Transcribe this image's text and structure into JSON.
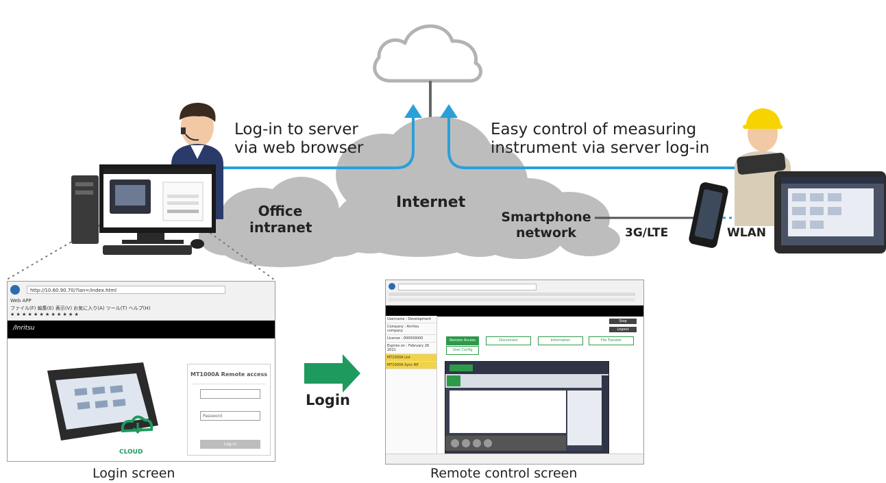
{
  "labels": {
    "login_server": [
      "Log-in to server",
      "via web browser"
    ],
    "easy_control": [
      "Easy control of measuring",
      "instrument via server log-in"
    ],
    "office_intranet": [
      "Office",
      "intranet"
    ],
    "internet": "Internet",
    "smartphone_network": [
      "Smartphone",
      "network"
    ],
    "lte": "3G/LTE",
    "wlan": "WLAN",
    "login_arrow": "Login",
    "login_screen_caption": "Login screen",
    "remote_screen_caption": "Remote control screen",
    "cloud_badge": "CLOUD"
  },
  "login_screen": {
    "url": "http://10.60.90.70/?lan=/index.html",
    "tab": "Web APP",
    "menu": "ファイル(F)  編集(E)  表示(V)  お気に入り(A)  ツール(T)  ヘルプ(H)",
    "brand": "/Inritsu",
    "form_title": "MT1000A Remote access",
    "password_placeholder": "Password",
    "login_button": "Log in"
  },
  "remote_screen": {
    "sidebar": [
      "Username : Development",
      "Company : Anritsu company",
      "License : 000000000",
      "Expires on : February 26 2021",
      "MT1000A List",
      "MT1000A Sync Wf"
    ],
    "buttons": [
      "Remote Access",
      "Disconnect",
      "Information",
      "File Transfer",
      "User Config"
    ],
    "top_buttons": [
      "Stop",
      "Logout"
    ]
  },
  "colors": {
    "link_blue": "#2b9fd9",
    "cloud_gray": "#b3b3b3",
    "arrow_green": "#1e9a5f",
    "line_gray": "#555555"
  }
}
